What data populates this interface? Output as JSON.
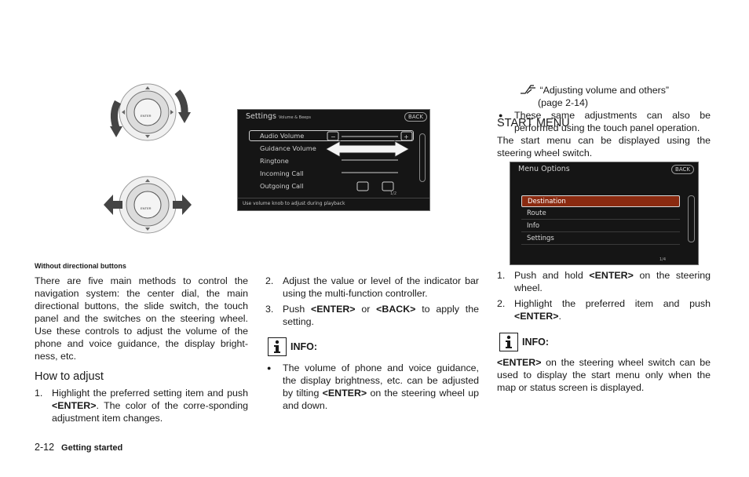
{
  "figure": {
    "caption": "Without directional buttons",
    "settings_screen": {
      "title": "Settings",
      "subtitle": "Volume & Beeps",
      "back_label": "BACK",
      "rows": [
        "Audio Volume",
        "Guidance Volume",
        "Ringtone",
        "Incoming Call",
        "Outgoing Call"
      ],
      "page_indicator": "1/2",
      "hint": "Use volume knob to adjust during playback"
    },
    "controller_label": "ENTER"
  },
  "left_column": {
    "intro": "There are five main methods to control the navigation system: the center dial, the main directional buttons, the slide switch, the touch panel and the switches on the steering wheel. Use these controls to adjust the volume of the phone and voice guidance, the display bright-ness, etc.",
    "how_to_heading": "How to adjust",
    "step1": {
      "num": "1.",
      "pre": "Highlight the preferred setting item and push ",
      "key": "<ENTER>",
      "post": ". The color of the corre-sponding adjustment item changes."
    }
  },
  "middle_column": {
    "step2": {
      "num": "2.",
      "text": "Adjust the value or level of the indicator bar using the multi-function controller."
    },
    "step3": {
      "num": "3.",
      "pre": "Push ",
      "key1": "<ENTER>",
      "mid": " or ",
      "key2": "<BACK>",
      "post": " to apply the setting."
    },
    "info_label": "INFO:",
    "info_bullet": {
      "dot": "●",
      "pre": "The volume of phone and voice guidance, the display brightness, etc. can be adjusted by tilting ",
      "key": "<ENTER>",
      "post": " on the steering wheel up and down."
    }
  },
  "right_column": {
    "bullet": {
      "dot": "●",
      "text": "These same adjustments can also be performed using the touch panel operation."
    },
    "ref_text": "“Adjusting volume and others”",
    "ref_page": "(page 2-14)",
    "start_heading": "START MENU",
    "start_intro": "The start menu can be displayed using the steering wheel switch.",
    "menu_screen": {
      "title": "Menu Options",
      "back_label": "BACK",
      "items": [
        "Destination",
        "Route",
        "Info",
        "Settings"
      ],
      "page_indicator": "1/4"
    },
    "step1": {
      "num": "1.",
      "pre": "Push and hold ",
      "key": "<ENTER>",
      "post": " on the steering wheel."
    },
    "step2": {
      "num": "2.",
      "pre": "Highlight the preferred item and push ",
      "key": "<ENTER>",
      "post": "."
    },
    "info_label": "INFO:",
    "info_text": {
      "key": "<ENTER>",
      "post": " on the steering wheel switch can be used to display the start menu only when the map or status screen is displayed."
    }
  },
  "footer": {
    "page_number": "2-12",
    "section": "Getting started"
  },
  "colors": {
    "text": "#1a1a1a",
    "screen_bg": "#151515",
    "highlight": "#8a2a10"
  }
}
